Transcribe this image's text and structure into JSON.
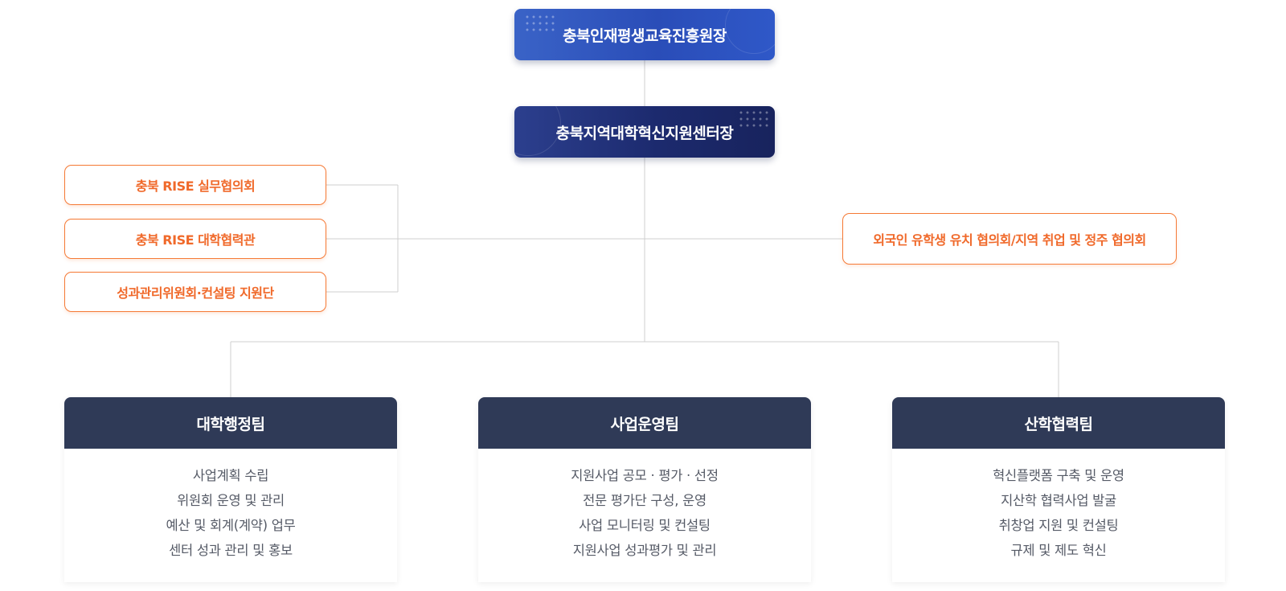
{
  "headBox": "충북인재평생교육진흥원장",
  "centerBox": "충북지역대학혁신지원센터장",
  "leftCommittees": [
    "충북 RISE 실무협의회",
    "충북 RISE 대학협력관",
    "성과관리위원회·컨설팅 지원단"
  ],
  "rightCommittee": "외국인 유학생 유치 협의회/지역 취업 및 정주 협의회",
  "teams": [
    {
      "name": "대학행정팀",
      "duties": [
        "사업계획 수립",
        "위원회 운영 및 관리",
        "예산 및 회계(계약) 업무",
        "센터 성과 관리 및 홍보"
      ]
    },
    {
      "name": "사업운영팀",
      "duties": [
        "지원사업 공모 · 평가 · 선정",
        "전문 평가단 구성, 운영",
        "사업 모니터링 및 컨설팅",
        "지원사업 성과평가 및 관리"
      ]
    },
    {
      "name": "산학협력팀",
      "duties": [
        "혁신플랫폼 구축 및 운영",
        "지산학 협력사업 발굴",
        "취창업 지원 및 컨설팅",
        "규제 및 제도 혁신"
      ]
    }
  ],
  "colors": {
    "headBlue": "#2f58c8",
    "centerNavy": "#1c2a6e",
    "orange": "#f57a36",
    "teamHead": "#2f3a57",
    "line": "#cfcfcf"
  }
}
